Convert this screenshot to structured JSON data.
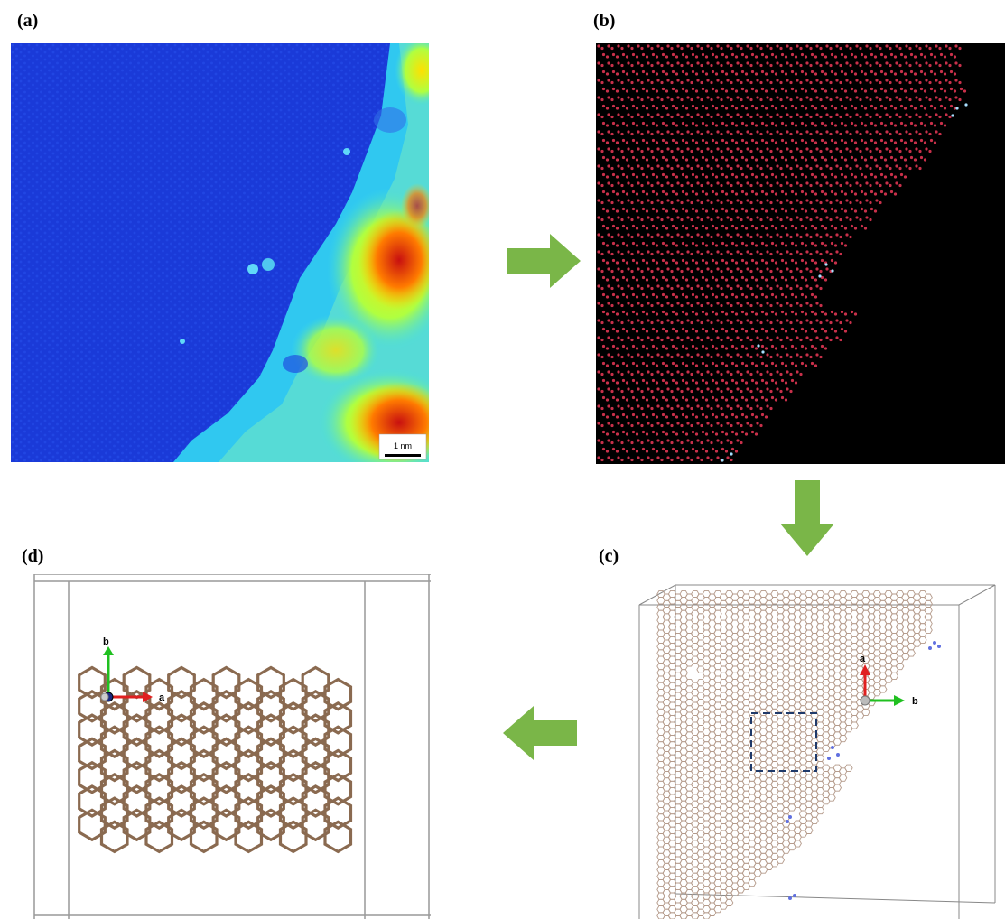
{
  "panels": {
    "a": {
      "label": "(a)",
      "scale_bar": "1 nm"
    },
    "b": {
      "label": "(b)"
    },
    "c": {
      "label": "(c)",
      "axis_a": "a",
      "axis_b": "b"
    },
    "d": {
      "label": "(d)",
      "axis_a": "a",
      "axis_b": "b"
    }
  },
  "colors": {
    "arrow": "#7ab648",
    "map_low": "#1030d0",
    "map_high": "#d01010",
    "atom_red": "#c8304a",
    "atom_cyan": "#a8e0ff",
    "graphene": "#b49a8a",
    "hydrogen": "#6070e0"
  },
  "arrows": [
    "right",
    "down",
    "left"
  ],
  "icons": {
    "axis_a": "red-axis-arrow-icon",
    "axis_b": "green-axis-arrow-icon"
  }
}
